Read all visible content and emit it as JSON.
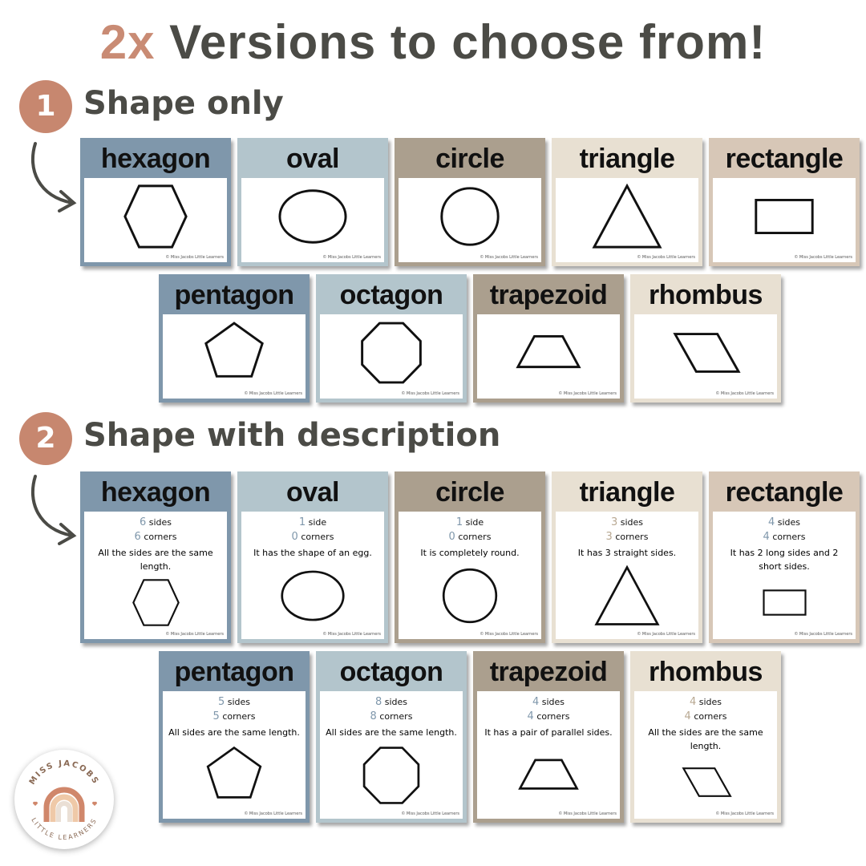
{
  "title": {
    "accent": "2x",
    "rest": " Versions to choose from!"
  },
  "colors": {
    "accent": "#c98b74",
    "badge": "#c7876f",
    "text": "#4b4b46"
  },
  "sections": [
    {
      "number": "1",
      "label": "Shape only"
    },
    {
      "number": "2",
      "label": "Shape with description"
    }
  ],
  "footer": "© Miss Jacobs Little Learners",
  "cards_back": [
    {
      "name": "hexagon",
      "color": "#7f97ab",
      "sides": "6",
      "sides_label": "sides",
      "corners": "6",
      "corners_label": "corners",
      "desc": "All the sides are the same length."
    },
    {
      "name": "oval",
      "color": "#b3c5cc",
      "sides": "1",
      "sides_label": "side",
      "corners": "0",
      "corners_label": "corners",
      "desc": "It has the shape of an egg."
    },
    {
      "name": "circle",
      "color": "#ab9f8e",
      "sides": "1",
      "sides_label": "side",
      "corners": "0",
      "corners_label": "corners",
      "desc": "It is completely round."
    },
    {
      "name": "triangle",
      "color": "#e8e0d2",
      "sides": "3",
      "sides_label": "sides",
      "corners": "3",
      "corners_label": "corners",
      "desc": "It has 3 straight sides."
    },
    {
      "name": "rectangle",
      "color": "#d7c7b7",
      "sides": "4",
      "sides_label": "sides",
      "corners": "4",
      "corners_label": "corners",
      "desc": "It has 2 long sides and 2 short sides."
    }
  ],
  "cards_front": [
    {
      "name": "pentagon",
      "color": "#7f97ab",
      "sides": "5",
      "sides_label": "sides",
      "corners": "5",
      "corners_label": "corners",
      "desc": "All sides are the same length."
    },
    {
      "name": "octagon",
      "color": "#b3c5cc",
      "sides": "8",
      "sides_label": "sides",
      "corners": "8",
      "corners_label": "corners",
      "desc": "All sides are the same length."
    },
    {
      "name": "trapezoid",
      "color": "#ab9f8e",
      "sides": "4",
      "sides_label": "sides",
      "corners": "4",
      "corners_label": "corners",
      "desc": "It has a pair of parallel sides."
    },
    {
      "name": "rhombus",
      "color": "#e8e0d2",
      "sides": "4",
      "sides_label": "sides",
      "corners": "4",
      "corners_label": "corners",
      "desc": "All the sides are the same length."
    }
  ],
  "logo": {
    "top": "MISS JACOBS",
    "bottom": "LITTLE LEARNERS"
  }
}
